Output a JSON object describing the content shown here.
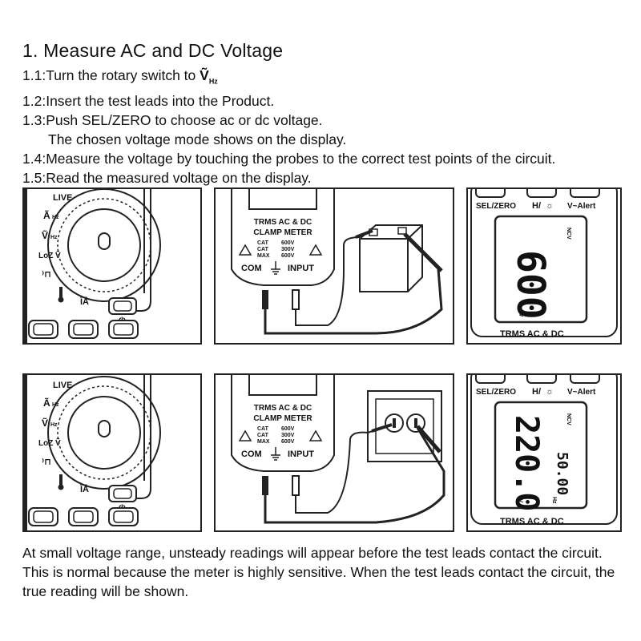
{
  "title": "1. Measure AC and DC Voltage",
  "steps": [
    {
      "num": "1.1:",
      "text": "Turn the rotary switch to ",
      "symbol": "Ṽ",
      "symbol_sub": "Hz"
    },
    {
      "num": "1.2:",
      "text": "Insert the test leads into the Product."
    },
    {
      "num": "1.3:",
      "text": "Push SEL/ZERO to choose ac or dc voltage."
    },
    {
      "num": "",
      "text": "The chosen voltage mode shows on the display."
    },
    {
      "num": "1.4:",
      "text": "Measure the voltage by touching the probes to the correct test points of the circuit."
    },
    {
      "num": "1.5:",
      "text": "Read the measured voltage on the display."
    }
  ],
  "dial": {
    "live": "LIVE",
    "amp_hz": "Hz",
    "volt_hz": "Hz",
    "loz": "LoZ",
    "amp_label": "A"
  },
  "meter": {
    "line1": "TRMS AC & DC",
    "line2": "CLAMP METER",
    "cat1": "CAT",
    "cat1_val": "600V",
    "cat2": "CAT",
    "cat2_val": "300V",
    "max": "MAX",
    "max_val": "600V",
    "com": "COM",
    "input": "INPUT"
  },
  "display": {
    "sel_zero": "SEL/ZERO",
    "hold": "H/",
    "valert": "V~Alert",
    "trms": "TRMS AC & DC",
    "reading_dc": "600",
    "reading_ac": "220.0",
    "freq": "50.00",
    "ncv": "NCV",
    "hz": "Hz"
  },
  "note": "At small voltage range, unsteady readings will appear before the test leads contact the circuit. This is normal because the meter is highly sensitive. When the test leads contact the circuit, the true reading will be shown."
}
